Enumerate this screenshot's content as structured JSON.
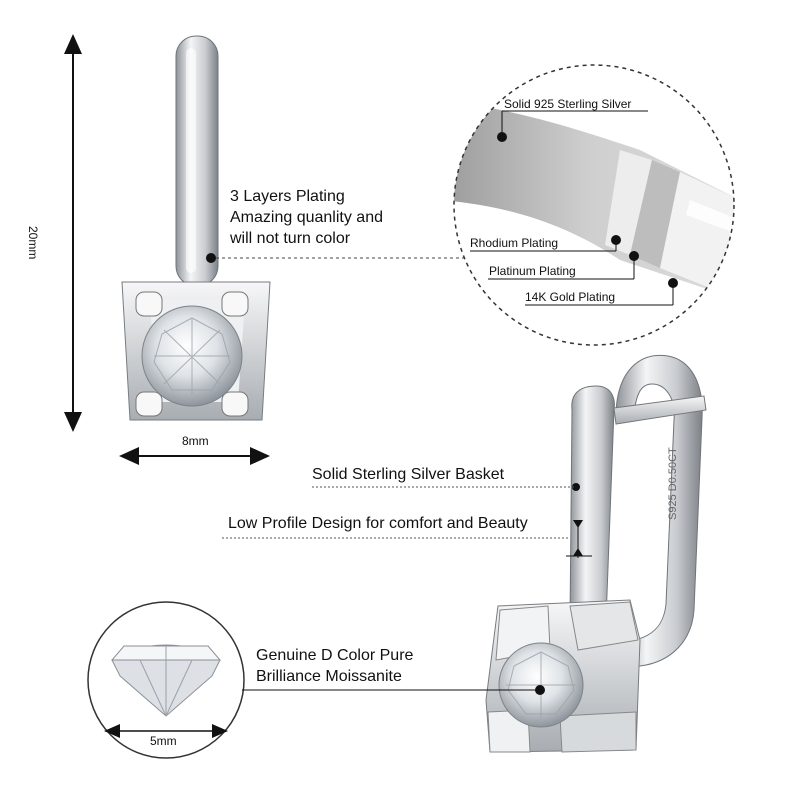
{
  "dimensions": {
    "height": "20mm",
    "width": "8mm",
    "stone": "5mm"
  },
  "plating_callout": {
    "line1": "3 Layers Plating",
    "line2": "Amazing quanlity and",
    "line3": "will not turn color"
  },
  "layers": {
    "silver": "Solid 925 Sterling Silver",
    "rhodium": "Rhodium Plating",
    "platinum": "Platinum Plating",
    "gold": "14K Gold Plating"
  },
  "features": {
    "basket": "Solid Sterling Silver Basket",
    "low_profile": "Low Profile Design for comfort and Beauty",
    "stone_line1": "Genuine D Color Pure",
    "stone_line2": "Brilliance Moissanite"
  },
  "engraving": "S925 D0.50CT",
  "colors": {
    "metal": "#d9dcdf",
    "metal_shadow": "#8d9297",
    "ink": "#111111"
  }
}
